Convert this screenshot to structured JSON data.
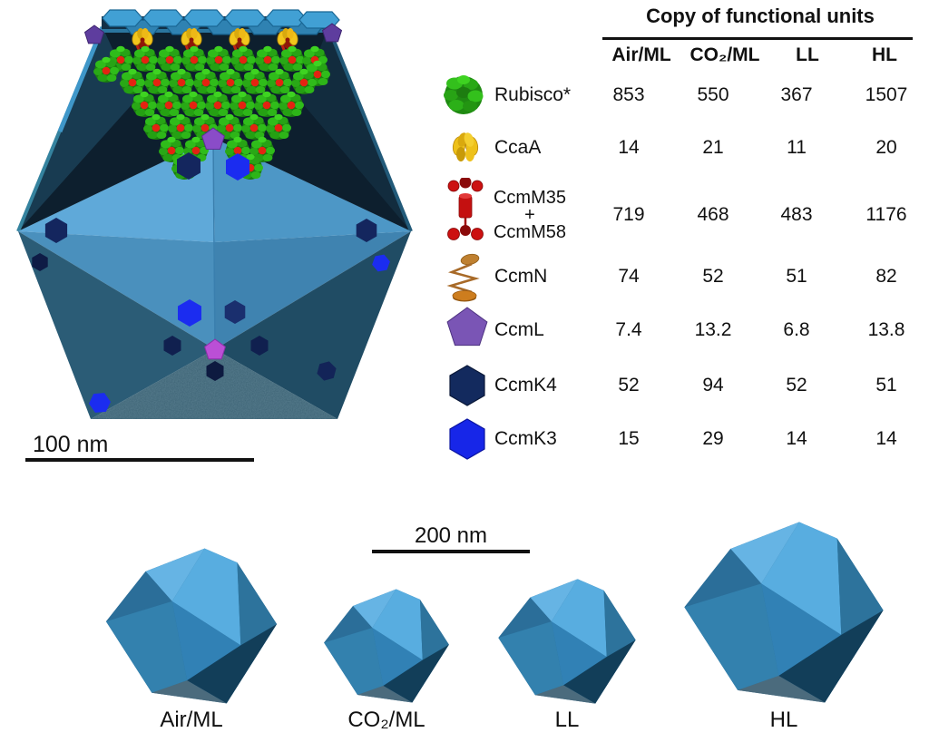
{
  "palette": {
    "shell_blue": "#3e96cc",
    "shell_dark": "#0d1f2e",
    "diamond_blue": "#57a3d3",
    "rubisco_green": "#2db31a",
    "ccaa_yellow": "#f2c51c",
    "ccmm_red": "#cc1111",
    "ccmn_orange": "#bf8030",
    "ccml_purple": "#7a55b5",
    "ccmk4_navy": "#132a5e",
    "ccmk3_blue": "#1726e8"
  },
  "main_model": {
    "scale_bar_label": "100 nm"
  },
  "table": {
    "title": "Copy of functional units",
    "columns": [
      "Air/ML",
      "CO₂/ML",
      "LL",
      "HL"
    ],
    "rows": [
      {
        "label": "Rubisco*",
        "icon": "rubisco-icon",
        "values": [
          "853",
          "550",
          "367",
          "1507"
        ]
      },
      {
        "label": "CcaA",
        "icon": "ccaa-icon",
        "values": [
          "14",
          "21",
          "11",
          "20"
        ]
      },
      {
        "label_lines": [
          "CcmM35",
          "+",
          "CcmM58"
        ],
        "icon": "ccmm35-ccmm58-icon",
        "values": [
          "719",
          "468",
          "483",
          "1176"
        ]
      },
      {
        "label": "CcmN",
        "icon": "ccmn-icon",
        "values": [
          "74",
          "52",
          "51",
          "82"
        ]
      },
      {
        "label": "CcmL",
        "icon": "ccml-icon",
        "values": [
          "7.4",
          "13.2",
          "6.8",
          "13.8"
        ]
      },
      {
        "label": "CcmK4",
        "icon": "ccmk4-icon",
        "values": [
          "52",
          "94",
          "52",
          "51"
        ]
      },
      {
        "label": "CcmK3",
        "icon": "ccmk3-icon",
        "values": [
          "15",
          "29",
          "14",
          "14"
        ]
      }
    ]
  },
  "bottom": {
    "scale_bar_label": "200 nm",
    "models": [
      {
        "label": "Air/ML"
      },
      {
        "label": "CO₂/ML"
      },
      {
        "label": "LL"
      },
      {
        "label": "HL"
      }
    ]
  }
}
